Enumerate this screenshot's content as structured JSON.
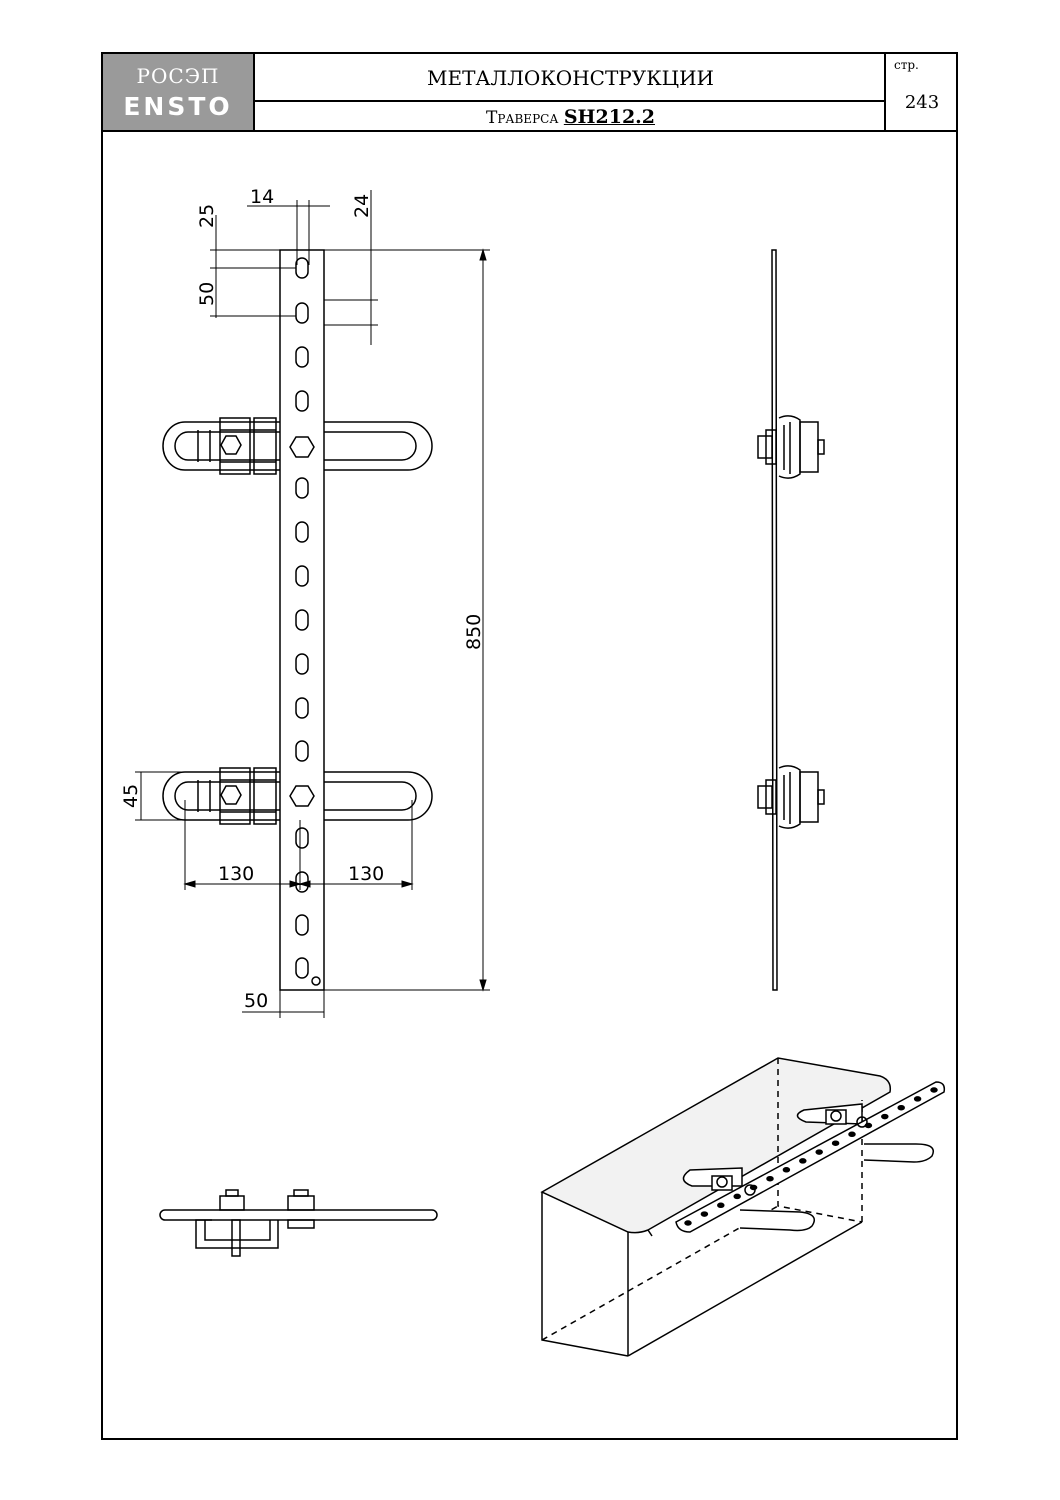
{
  "header": {
    "logo_line1": "РОСЭП",
    "logo_line2": "ENSTO",
    "title": "МЕТАЛЛОКОНСТРУКЦИИ",
    "subtitle_prefix": "Траверса",
    "product_code": "SH212.2",
    "page_label": "стр.",
    "page_number": "243"
  },
  "dimensions": {
    "slot_width": "14",
    "slot_offset": "24",
    "top_margin": "25",
    "slot_pitch": "50",
    "total_length": "850",
    "loop_width": "45",
    "left_reach": "130",
    "right_reach": "130",
    "strip_width": "50"
  },
  "colors": {
    "logo_bg": "#9a9a9a",
    "line": "#000000"
  }
}
